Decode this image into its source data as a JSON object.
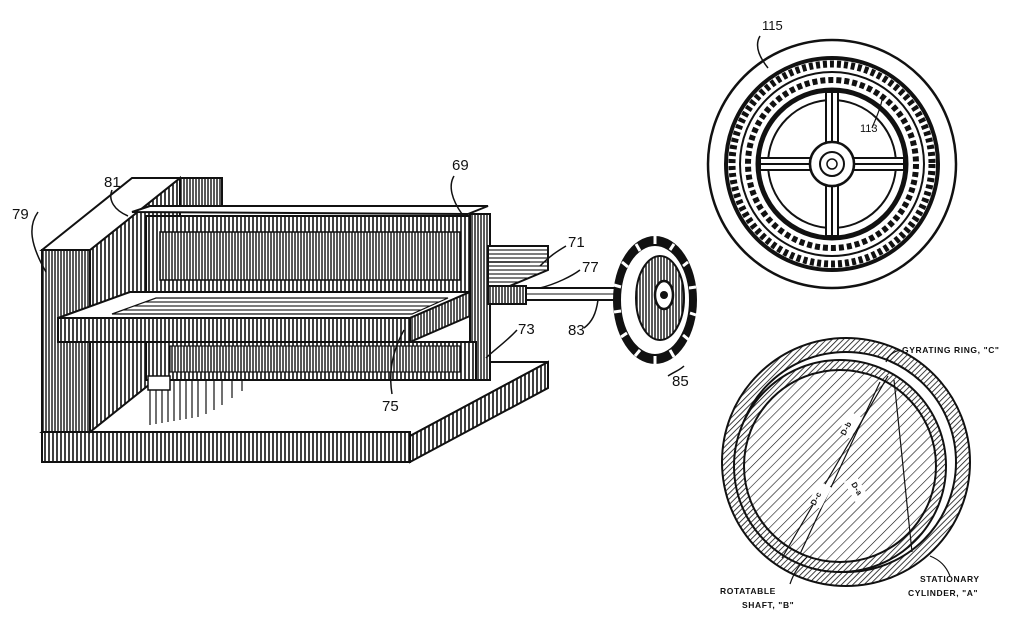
{
  "labels": {
    "n69": "69",
    "n71": "71",
    "n73": "73",
    "n75": "75",
    "n77": "77",
    "n79": "79",
    "n81": "81",
    "n83": "83",
    "n85": "85",
    "n113": "113",
    "n115": "115"
  },
  "section": {
    "gyrating": "GYRATING RING, \"C\"",
    "shaft_1": "ROTATABLE",
    "shaft_2": "SHAFT, \"B\"",
    "cyl_1": "STATIONARY",
    "cyl_2": "CYLINDER, \"A\"",
    "da": "D-a",
    "db": "D-b",
    "dc": "D-c"
  },
  "colors": {
    "ink": "#111111",
    "paper": "#ffffff"
  }
}
